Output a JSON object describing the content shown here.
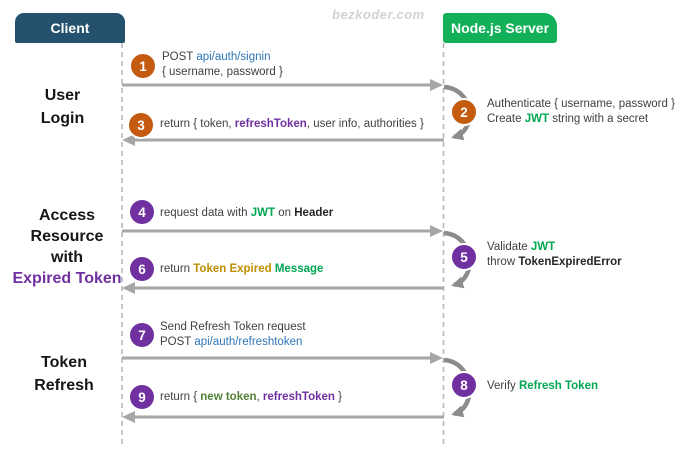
{
  "watermark": {
    "text": "bezkoder.com"
  },
  "actors": {
    "client_label": "Client",
    "server_label": "Node.js Server"
  },
  "sections": {
    "user_login": {
      "line1": "User",
      "line2": "Login"
    },
    "access_resource": {
      "line1": "Access",
      "line2": "Resource",
      "line3": "with",
      "line4": "Expired Token"
    },
    "token_refresh": {
      "line1": "Token",
      "line2": "Refresh"
    }
  },
  "messages": {
    "m1": {
      "step": "1",
      "l1r1": "POST ",
      "l1r2": "api/auth/signin",
      "l2r1": "{ username, password }"
    },
    "m2": {
      "step": "2",
      "l1r1": "Authenticate { username, password }",
      "l2r1": "Create ",
      "l2r2": "JWT",
      "l2r3": " string with a secret"
    },
    "m3": {
      "step": "3",
      "l1r1": "return { token, ",
      "l1r2": "refreshToken",
      "l1r3": ", user info, authorities }"
    },
    "m4": {
      "step": "4",
      "l1r1": "request data with ",
      "l1r2": "JWT",
      "l1r3": " on ",
      "l1r4": "Header"
    },
    "m5": {
      "step": "5",
      "l1r1": "Validate ",
      "l1r2": "JWT",
      "l2r1": "throw ",
      "l2r2": "TokenExpiredError"
    },
    "m6": {
      "step": "6",
      "l1r1": "return ",
      "l1r2": "Token Expired",
      "l1r3": " ",
      "l1r4": "Message"
    },
    "m7": {
      "step": "7",
      "l1r1": "Send Refresh Token request",
      "l2r1": "POST ",
      "l2r2": "api/auth/refreshtoken"
    },
    "m8": {
      "step": "8",
      "l1r1": "Verify ",
      "l1r2": "Refresh Token"
    },
    "m9": {
      "step": "9",
      "l1r1": "return { ",
      "l1r2": "new token",
      "l1r3": ", ",
      "l1r4": "refreshToken",
      "l1r5": " }"
    }
  },
  "colors": {
    "client_box": "#24526E",
    "server_box": "#12B159",
    "step_orange": "#C55A11",
    "step_purple": "#7030A0",
    "green_text": "#00A651",
    "blue_link": "#2E75B6",
    "gold_text": "#BF8F00",
    "olive_text": "#538135",
    "dark_text": "#404040",
    "arrow_gray": "#A6A6A6",
    "loop_gray": "#8C8C8C"
  }
}
